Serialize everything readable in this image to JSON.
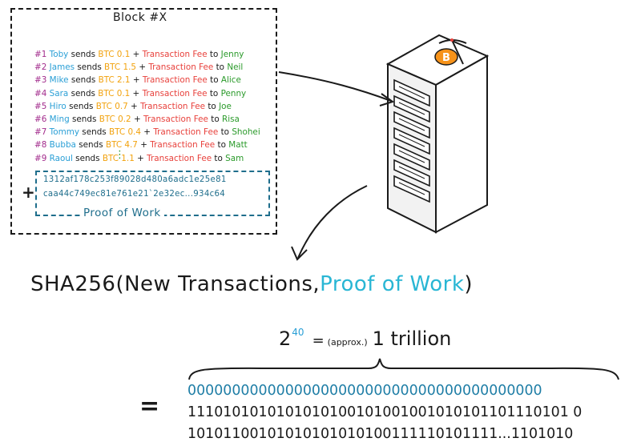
{
  "block": {
    "title": "Block #X",
    "transactions": [
      {
        "num": "#1",
        "sender": "Toby",
        "verb": "sends",
        "amount": "BTC 0.1",
        "plus": "+",
        "fee": "Transaction Fee",
        "to": "to",
        "recipient": "Jenny"
      },
      {
        "num": "#2",
        "sender": "James",
        "verb": "sends",
        "amount": "BTC 1.5",
        "plus": "+",
        "fee": "Transaction Fee",
        "to": "to",
        "recipient": "Neil"
      },
      {
        "num": "#3",
        "sender": "Mike",
        "verb": "sends",
        "amount": "BTC 2.1",
        "plus": "+",
        "fee": "Transaction Fee",
        "to": "to",
        "recipient": "Alice"
      },
      {
        "num": "#4",
        "sender": "Sara",
        "verb": "sends",
        "amount": "BTC 0.1",
        "plus": "+",
        "fee": "Transaction Fee",
        "to": "to",
        "recipient": "Penny"
      },
      {
        "num": "#5",
        "sender": "Hiro",
        "verb": "sends",
        "amount": "BTC 0.7",
        "plus": "+",
        "fee": "Transaction Fee",
        "to": "to",
        "recipient": "Joe"
      },
      {
        "num": "#6",
        "sender": "Ming",
        "verb": "sends",
        "amount": "BTC 0.2",
        "plus": "+",
        "fee": "Transaction Fee",
        "to": "to",
        "recipient": "Risa"
      },
      {
        "num": "#7",
        "sender": "Tommy",
        "verb": "sends",
        "amount": "BTC 0.4",
        "plus": "+",
        "fee": "Transaction Fee",
        "to": "to",
        "recipient": "Shohei"
      },
      {
        "num": "#8",
        "sender": "Bubba",
        "verb": "sends",
        "amount": "BTC 4.7",
        "plus": "+",
        "fee": "Transaction Fee",
        "to": "to",
        "recipient": "Matt"
      },
      {
        "num": "#9",
        "sender": "Raoul",
        "verb": "sends",
        "amount": "BTC 1.1",
        "plus": "+",
        "fee": "Transaction Fee",
        "to": "to",
        "recipient": "Sam"
      }
    ],
    "ellipsis": "⋮",
    "proof_plus": "+",
    "proof_hash_line1": "1312af178c253f89028d480a6adc1e25e81",
    "proof_hash_line2": "caa44c749ec81e761e21`2e32ec...934c64",
    "proof_label": "Proof of Work"
  },
  "server": {
    "icon": "bitcoin-mining-server-icon",
    "logo_symbol": "B"
  },
  "formula": {
    "prefix": "SHA256(New Transactions,",
    "highlight": "Proof of Work",
    "suffix": ")"
  },
  "power": {
    "base": "2",
    "exponent": "40",
    "equals": "=",
    "approx": "(approx.)",
    "value": "1 trillion"
  },
  "result": {
    "equals": "=",
    "line1": "0000000000000000000000000000000000000000",
    "line2": "1110101010101010100101001001010101101110101 0",
    "line3": "10101100101010101010100111110101111...1101010"
  },
  "colors": {
    "number": "#a22b8c",
    "sender": "#2a9fd6",
    "amount": "#f2a20d",
    "fee": "#e8413c",
    "recipient": "#2a9a2a",
    "proof": "#1f6e8c",
    "highlight": "#29b6d4",
    "bitcoin": "#f7931a"
  }
}
